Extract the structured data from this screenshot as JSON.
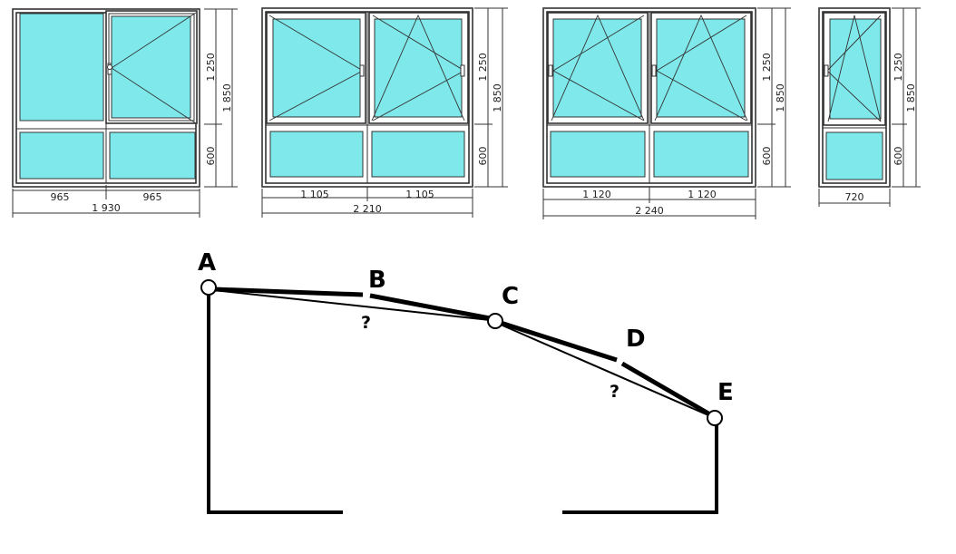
{
  "windows": [
    {
      "widths": [
        "965",
        "965"
      ],
      "total_width": "1 930",
      "heights": {
        "upper": "1 250",
        "lower": "600",
        "total": "1 850"
      }
    },
    {
      "widths": [
        "1 105",
        "1 105"
      ],
      "total_width": "2 210",
      "heights": {
        "upper": "1 250",
        "lower": "600",
        "total": "1 850"
      }
    },
    {
      "widths": [
        "1 120",
        "1 120"
      ],
      "total_width": "2 240",
      "heights": {
        "upper": "1 250",
        "lower": "600",
        "total": "1 850"
      }
    },
    {
      "total_width": "720",
      "heights": {
        "upper": "1 250",
        "lower": "600",
        "total": "1 850"
      }
    }
  ],
  "plan": {
    "points": {
      "a": "A",
      "b": "B",
      "c": "C",
      "d": "D",
      "e": "E"
    },
    "unknown_ac": "?",
    "unknown_ce": "?"
  },
  "colors": {
    "glass": "#7fe8ea",
    "line": "#000000"
  }
}
